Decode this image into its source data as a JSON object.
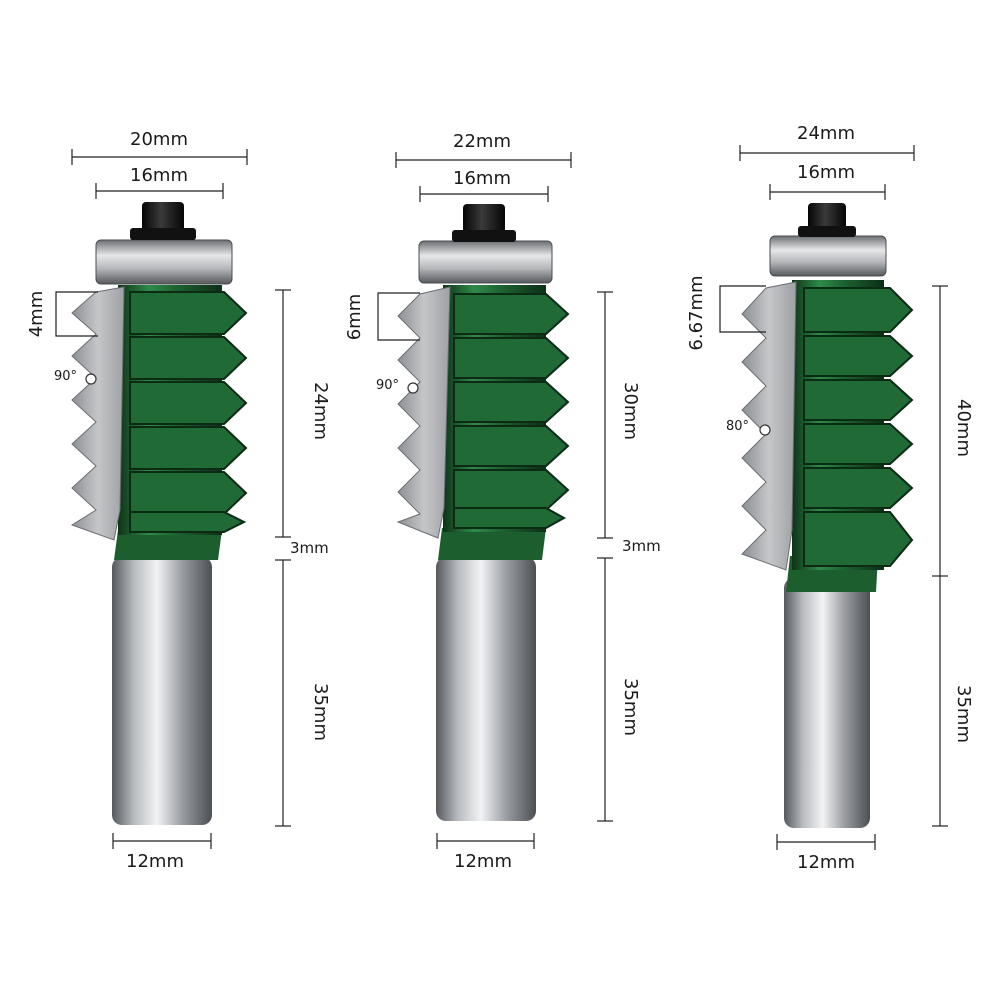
{
  "bits": [
    {
      "id": "bit-1",
      "top_width": "20mm",
      "bearing_width": "16mm",
      "pitch": "4mm",
      "angle": "90°",
      "cut_height": "24mm",
      "gap": "3mm",
      "shank_length": "35mm",
      "shank_diameter": "12mm"
    },
    {
      "id": "bit-2",
      "top_width": "22mm",
      "bearing_width": "16mm",
      "pitch": "6mm",
      "angle": "90°",
      "cut_height": "30mm",
      "gap": "3mm",
      "shank_length": "35mm",
      "shank_diameter": "12mm"
    },
    {
      "id": "bit-3",
      "top_width": "24mm",
      "bearing_width": "16mm",
      "pitch": "6.67mm",
      "angle": "80°",
      "cut_height": "40mm",
      "shank_length": "35mm",
      "shank_diameter": "12mm"
    }
  ],
  "colors": {
    "green_dark": "#14401f",
    "green_mid": "#1f6b34",
    "green_light": "#3a9a55",
    "steel_dark": "#5e6166",
    "steel_light": "#e4e6e8",
    "blade": "#a9abae"
  }
}
